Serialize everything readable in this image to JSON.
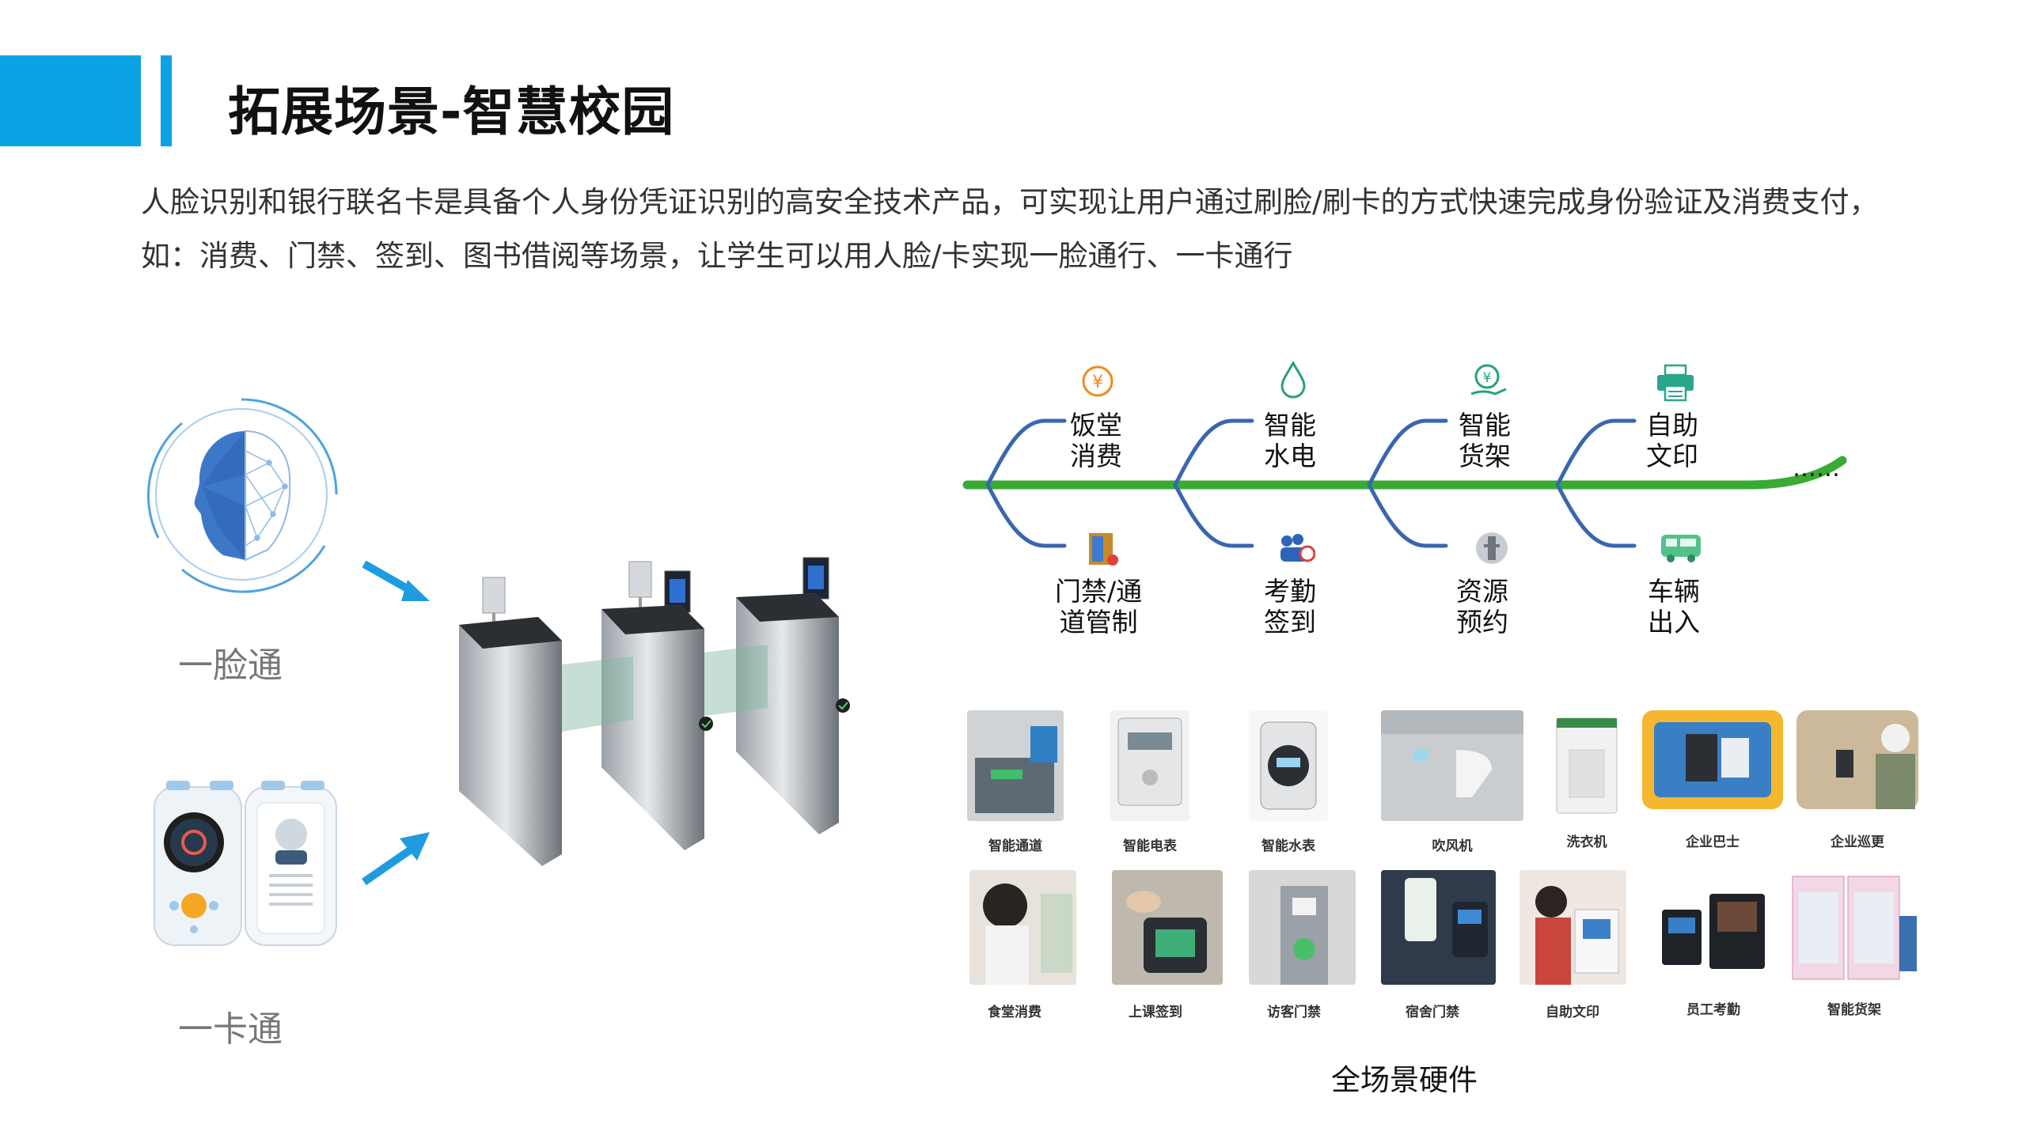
{
  "header": {
    "title": "拓展场景-智慧校园"
  },
  "description": {
    "line1": "人脸识别和银行联名卡是具备个人身份凭证识别的高安全技术产品，可实现让用户通过刷脸/刷卡的方式快速完成身份验证及消费支付，",
    "line2": "如：消费、门禁、签到、图书借阅等场景，让学生可以用人脸/卡实现一脸通行、一卡通行"
  },
  "left": {
    "face_caption": "一脸通",
    "card_caption": "一卡通"
  },
  "scenarios": {
    "top": [
      {
        "label": "饭堂\n消费",
        "icon": "yen-coin-icon"
      },
      {
        "label": "智能\n水电",
        "icon": "water-drop-icon"
      },
      {
        "label": "智能\n货架",
        "icon": "hand-yen-icon"
      },
      {
        "label": "自助\n文印",
        "icon": "printer-icon"
      }
    ],
    "bottom": [
      {
        "label": "门禁/通\n道管制",
        "icon": "door-icon"
      },
      {
        "label": "考勤\n签到",
        "icon": "attendance-icon"
      },
      {
        "label": "资源\n预约",
        "icon": "lock-icon"
      },
      {
        "label": "车辆\n出入",
        "icon": "bus-icon"
      }
    ],
    "more": "……"
  },
  "products": {
    "row1": [
      "智能通道",
      "智能电表",
      "智能水表",
      "吹风机",
      "洗衣机",
      "企业巴士",
      "企业巡更"
    ],
    "row2": [
      "食堂消费",
      "上课签到",
      "访客门禁",
      "宿舍门禁",
      "自助文印",
      "员工考勤",
      "智能货架"
    ],
    "caption": "全场景硬件"
  },
  "colors": {
    "accent": "#0aa2e3",
    "timeline_green": "#3aaa35",
    "branch_blue": "#3a66b0"
  }
}
